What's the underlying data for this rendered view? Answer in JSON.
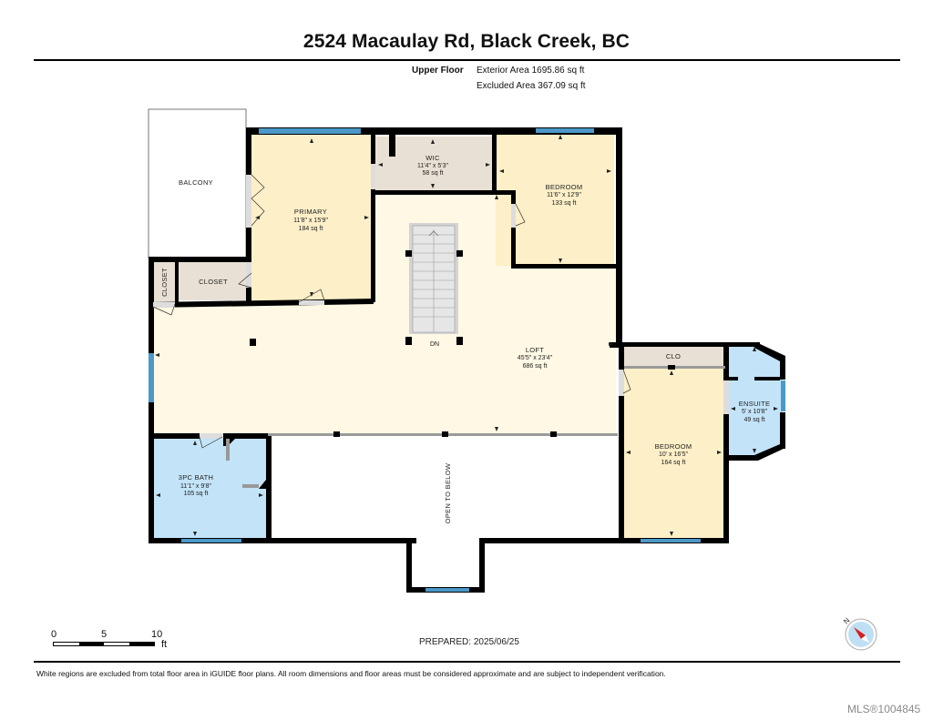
{
  "header": {
    "title": "2524 Macaulay Rd, Black Creek, BC",
    "floor_label": "Upper Floor",
    "exterior_area": "Exterior Area 1695.86 sq ft",
    "excluded_area": "Excluded Area 367.09 sq ft"
  },
  "rooms": {
    "balcony": {
      "name": "BALCONY"
    },
    "primary": {
      "name": "PRIMARY",
      "dims": "11'8\" x 15'9\"",
      "area": "184 sq ft"
    },
    "wic": {
      "name": "WIC",
      "dims": "11'4\" x 5'3\"",
      "area": "58 sq ft"
    },
    "bedroom1": {
      "name": "BEDROOM",
      "dims": "11'6\" x 12'9\"",
      "area": "133 sq ft"
    },
    "closet_v": {
      "name": "CLOSET"
    },
    "closet_h": {
      "name": "CLOSET"
    },
    "stairs": {
      "label": "DN"
    },
    "loft": {
      "name": "LOFT",
      "dims": "45'5\" x 23'4\"",
      "area": "686 sq ft"
    },
    "clo": {
      "name": "CLO"
    },
    "ensuite": {
      "name": "ENSUITE",
      "dims": "5' x 10'8\"",
      "area": "49 sq ft"
    },
    "bedroom2": {
      "name": "BEDROOM",
      "dims": "10' x 16'5\"",
      "area": "164 sq ft"
    },
    "bath": {
      "name": "3PC BATH",
      "dims": "11'1\" x 9'8\"",
      "area": "105 sq ft"
    },
    "open_below": {
      "name": "OPEN TO BELOW"
    }
  },
  "colors": {
    "wall": "#000000",
    "bedroom_fill": "#fdefc8",
    "loft_fill": "#fef8e4",
    "closet_fill": "#e8e0d4",
    "bath_fill": "#c3e3f8",
    "window": "#4c98c8"
  },
  "scale": {
    "labels": [
      "0",
      "5",
      "10"
    ],
    "unit": "ft"
  },
  "compass": {
    "label": "N"
  },
  "footer": {
    "prepared": "PREPARED:  2025/06/25",
    "disclaimer": "White regions are excluded from total floor area in iGUIDE floor plans. All room dimensions and floor areas must be considered approximate and are subject to independent verification.",
    "mls": "MLS®1004845"
  }
}
